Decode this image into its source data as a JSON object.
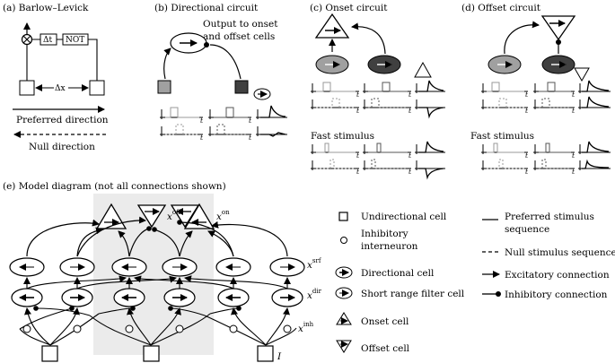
{
  "panels": {
    "a": {
      "title": "(a) Barlow–Levick",
      "delay": "Δt",
      "not": "NOT",
      "distance": "Δx",
      "preferred": "Preferred direction",
      "null": "Null direction"
    },
    "b": {
      "title": "(b) Directional circuit",
      "note_line1": "Output to onset",
      "note_line2": "and offset cells"
    },
    "c": {
      "title": "(c) Onset circuit",
      "fast": "Fast stimulus"
    },
    "d": {
      "title": "(d) Offset circuit",
      "fast": "Fast stimulus"
    },
    "e": {
      "title": "(e) Model diagram (not all connections shown)",
      "x_off": "x",
      "x_off_sup": "off",
      "x_on": "x",
      "x_on_sup": "on",
      "x_srf": "x",
      "x_srf_sup": "srf",
      "x_dir": "x",
      "x_dir_sup": "dir",
      "x_inh": "x",
      "x_inh_sup": "inh",
      "input": "I"
    }
  },
  "axis_t": "t",
  "legend": {
    "undirectional": "Undirectional cell",
    "inhibitory_1": "Inhibitory",
    "inhibitory_2": "interneuron",
    "directional": "Directional cell",
    "srf": "Short range filter cell",
    "onset": "Onset cell",
    "offset": "Offset cell",
    "preferred_1": "Preferred stimulus",
    "preferred_2": "sequence",
    "null_seq": "Null stimulus sequence",
    "excitatory": "Excitatory connection",
    "inhibitory_conn": "Inhibitory connection"
  },
  "colors": {
    "gray_cell": "#a0a0a0",
    "dark_cell": "#404040",
    "shade": "#ebebeb"
  }
}
